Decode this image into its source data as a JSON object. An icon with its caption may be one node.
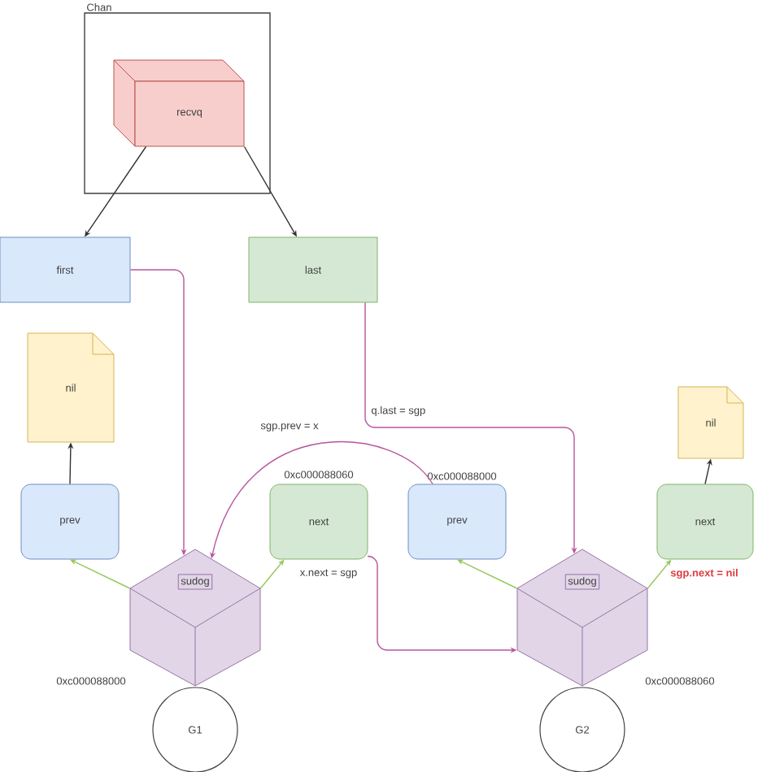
{
  "diagram": {
    "nodes": [
      {
        "text": [
          "Chan"
        ]
      },
      {
        "text": [
          "recvq"
        ],
        "in": 0
      },
      {
        "text": [
          "first"
        ]
      },
      {
        "text": [
          "last"
        ]
      },
      {
        "text": [
          "nil"
        ]
      },
      {
        "text": [
          "prev"
        ]
      },
      {
        "text": [
          "sudog"
        ],
        "beside": [
          "0xc000088000"
        ]
      },
      {
        "text": [
          "next"
        ],
        "beside": [
          "0xc000088060"
        ]
      },
      {
        "text": [
          "prev"
        ],
        "beside": [
          "0xc000088000"
        ]
      },
      {
        "text": [
          "sudog"
        ],
        "beside": [
          "0xc000088060"
        ]
      },
      {
        "text": [
          "next"
        ]
      },
      {
        "text": [
          "nil"
        ]
      },
      {
        "text": [
          "G1"
        ]
      },
      {
        "text": [
          "G2"
        ]
      }
    ],
    "edges": [
      {
        "from": 1,
        "to": 2,
        "arrow": "to"
      },
      {
        "from": 1,
        "to": 3,
        "arrow": "to"
      },
      {
        "from": 2,
        "to": 6,
        "arrow": "to",
        "color": "#b8559b"
      },
      {
        "from": 3,
        "to": 9,
        "arrow": "to",
        "label": "q.last = sgp",
        "color": "#b8559b"
      },
      {
        "from": 8,
        "to": 6,
        "arrow": "to",
        "label": "sgp.prev = x",
        "color": "#b8559b"
      },
      {
        "from": 7,
        "to": 9,
        "arrow": "to",
        "label": "x.next = sgp",
        "color": "#b8559b"
      },
      {
        "from": 5,
        "to": 4,
        "arrow": "to"
      },
      {
        "from": 6,
        "to": 5,
        "arrow": "to",
        "color": "#97c75b"
      },
      {
        "from": 6,
        "to": 7,
        "arrow": "to",
        "color": "#97c75b"
      },
      {
        "from": 9,
        "to": 8,
        "arrow": "to",
        "color": "#97c75b"
      },
      {
        "from": 9,
        "to": 10,
        "arrow": "to",
        "color": "#97c75b"
      },
      {
        "from": 10,
        "to": 11,
        "arrow": "to"
      }
    ],
    "labels": [
      "sgp.next = nil"
    ]
  }
}
